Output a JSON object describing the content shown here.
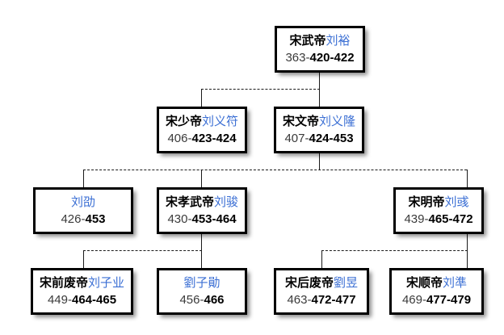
{
  "diagram": {
    "title": "Liu Song dynasty imperial succession family tree",
    "background_color": "#ffffff",
    "accent_color": "#3b6fd4",
    "line_color": "#1a1a1a",
    "box_border_color": "#000000"
  },
  "nodes": {
    "wudi": {
      "surname": "宋武帝",
      "given": "刘裕",
      "born": "363-",
      "reign": "420-422",
      "full_name": "宋武帝刘裕",
      "full_years": "363-420-422"
    },
    "shaodi": {
      "surname": "宋少帝",
      "given": "刘义符",
      "born": "406-",
      "reign": "423-424",
      "full_name": "宋少帝刘义符",
      "full_years": "406-423-424"
    },
    "wendi": {
      "surname": "宋文帝",
      "given": "刘义隆",
      "born": "407-",
      "reign": "424-453",
      "full_name": "宋文帝刘义隆",
      "full_years": "407-424-453"
    },
    "liushao": {
      "surname": "",
      "given": "刘劭",
      "born": "426-",
      "reign": "453",
      "full_name": "刘劭",
      "full_years": "426-453"
    },
    "xiaowudi": {
      "surname": "宋孝武帝",
      "given": "刘骏",
      "born": "430-",
      "reign": "453-464",
      "full_name": "宋孝武帝刘骏",
      "full_years": "430-453-464"
    },
    "mingdi": {
      "surname": "宋明帝",
      "given": "刘彧",
      "born": "439-",
      "reign": "465-472",
      "full_name": "宋明帝刘彧",
      "full_years": "439-465-472"
    },
    "qianfeidi": {
      "surname": "宋前废帝",
      "given": "刘子业",
      "born": "449-",
      "reign": "464-465",
      "full_name": "宋前废帝刘子业",
      "full_years": "449-464-465"
    },
    "liuzixun": {
      "surname": "",
      "given": "劉子勛",
      "born": "456-",
      "reign": "466",
      "full_name": "劉子勛",
      "full_years": "456-466"
    },
    "houfeidi": {
      "surname": "宋后废帝",
      "given": "劉昱",
      "born": "463-",
      "reign": "472-477",
      "full_name": "宋后废帝劉昱",
      "full_years": "463-472-477"
    },
    "shundi": {
      "surname": "宋顺帝",
      "given": "刘準",
      "born": "469-",
      "reign": "477-479",
      "full_name": "宋顺帝刘準",
      "full_years": "469-477-479"
    }
  },
  "edges": [
    {
      "from": "wudi",
      "to": "shaodi"
    },
    {
      "from": "wudi",
      "to": "wendi"
    },
    {
      "from": "wendi",
      "to": "liushao"
    },
    {
      "from": "wendi",
      "to": "xiaowudi"
    },
    {
      "from": "wendi",
      "to": "mingdi"
    },
    {
      "from": "xiaowudi",
      "to": "qianfeidi"
    },
    {
      "from": "xiaowudi",
      "to": "liuzixun"
    },
    {
      "from": "mingdi",
      "to": "houfeidi"
    },
    {
      "from": "mingdi",
      "to": "shundi"
    }
  ]
}
